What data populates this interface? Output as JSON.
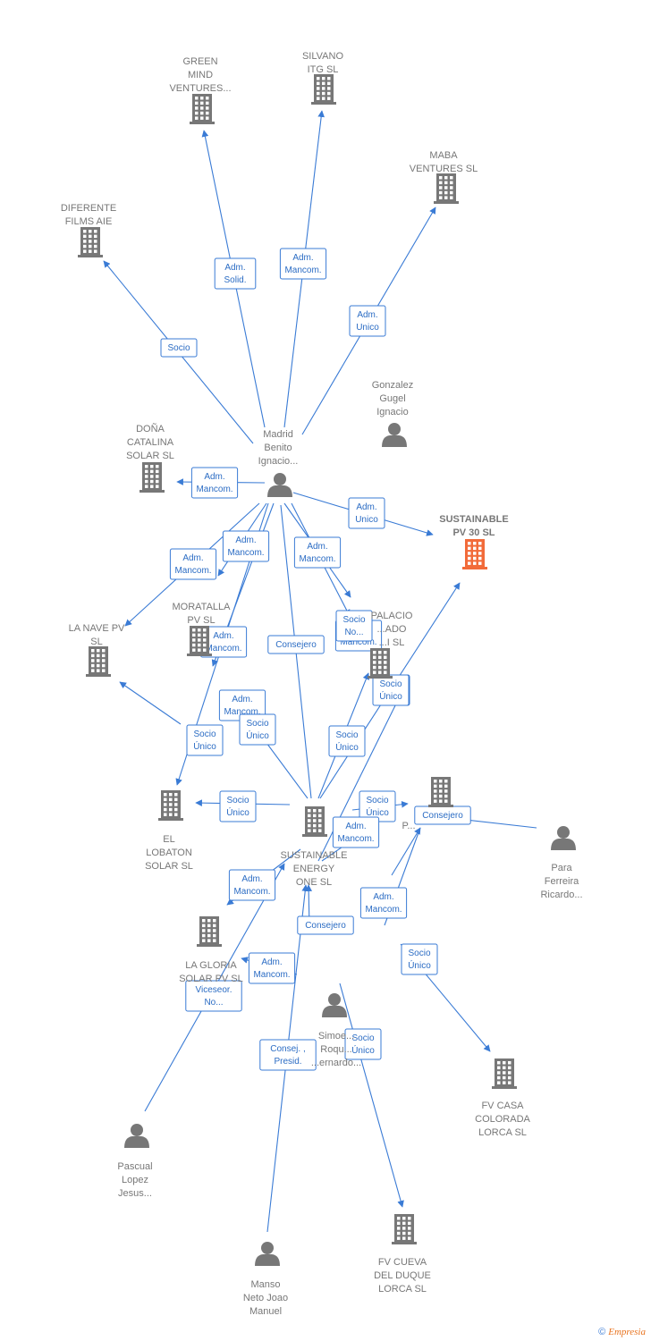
{
  "colors": {
    "company": "#777777",
    "focus": "#f26b3a",
    "person": "#777777",
    "edge": "#3a7bd5"
  },
  "nodes": [
    {
      "id": "green",
      "type": "company",
      "lines": [
        "GREEN",
        "MIND",
        "VENTURES..."
      ]
    },
    {
      "id": "silvano",
      "type": "company",
      "lines": [
        "SILVANO",
        "ITG  SL"
      ]
    },
    {
      "id": "maba",
      "type": "company",
      "lines": [
        "MABA",
        "VENTURES  SL"
      ]
    },
    {
      "id": "diferente",
      "type": "company",
      "lines": [
        "DIFERENTE",
        "FILMS  AIE"
      ]
    },
    {
      "id": "dona",
      "type": "company",
      "lines": [
        "DOÑA",
        "CATALINA",
        "SOLAR  SL"
      ]
    },
    {
      "id": "sustpv30",
      "type": "focus",
      "lines": [
        "SUSTAINABLE",
        "PV 30  SL"
      ]
    },
    {
      "id": "lanave",
      "type": "company",
      "lines": [
        "LA NAVE PV",
        "SL"
      ]
    },
    {
      "id": "moratalla",
      "type": "company",
      "lines": [
        "MORATALLA",
        "PV  SL"
      ]
    },
    {
      "id": "palacio",
      "type": "company",
      "lines": [
        "PALACIO",
        "...ADO",
        "...I  SL"
      ]
    },
    {
      "id": "p_right",
      "type": "company",
      "lines": [
        "P..."
      ]
    },
    {
      "id": "lobaton",
      "type": "company",
      "lines": [
        "EL",
        "LOBATON",
        "SOLAR  SL"
      ]
    },
    {
      "id": "sustone",
      "type": "company",
      "lines": [
        "SUSTAINABLE",
        "ENERGY",
        "ONE  SL"
      ]
    },
    {
      "id": "gloria",
      "type": "company",
      "lines": [
        "LA GLORIA",
        "SOLAR PV  SL"
      ]
    },
    {
      "id": "colorada",
      "type": "company",
      "lines": [
        "FV CASA",
        "COLORADA",
        "LORCA SL"
      ]
    },
    {
      "id": "cueva",
      "type": "company",
      "lines": [
        "FV CUEVA",
        "DEL DUQUE",
        "LORCA SL"
      ]
    },
    {
      "id": "madrid",
      "type": "person",
      "lines": [
        "Madrid",
        "Benito",
        "Ignacio..."
      ]
    },
    {
      "id": "gonzalez",
      "type": "person",
      "lines": [
        "Gonzalez",
        "Gugel",
        "Ignacio"
      ]
    },
    {
      "id": "para",
      "type": "person",
      "lines": [
        "Para",
        "Ferreira",
        "Ricardo..."
      ]
    },
    {
      "id": "simoes",
      "type": "person",
      "lines": [
        "Simoe...",
        "Roqu...",
        "...ernardo..."
      ]
    },
    {
      "id": "pascual",
      "type": "person",
      "lines": [
        "Pascual",
        "Lopez",
        "Jesus..."
      ]
    },
    {
      "id": "manso",
      "type": "person",
      "lines": [
        "Manso",
        "Neto Joao",
        "Manuel"
      ]
    }
  ],
  "edges": [
    {
      "label": [
        "Adm.",
        "Solid."
      ]
    },
    {
      "label": [
        "Adm.",
        "Mancom."
      ]
    },
    {
      "label": [
        "Adm.",
        "Unico"
      ]
    },
    {
      "label": [
        "Socio"
      ]
    },
    {
      "label": [
        "Adm.",
        "Mancom."
      ]
    },
    {
      "label": [
        "Adm.",
        "Unico"
      ]
    },
    {
      "label": [
        "Adm.",
        "Mancom."
      ]
    },
    {
      "label": [
        "Adm.",
        "Mancom."
      ]
    },
    {
      "label": [
        "Adm.",
        "Mancom."
      ]
    },
    {
      "label": [
        "Adm.",
        "Mancom."
      ]
    },
    {
      "label": [
        "Consejero"
      ]
    },
    {
      "label": [
        "Socio",
        "Único"
      ]
    },
    {
      "label": [
        "Adm.",
        "Mancom."
      ]
    },
    {
      "label": [
        "Adm.",
        "Mancom."
      ]
    },
    {
      "label": [
        "Socio",
        "Único"
      ]
    },
    {
      "label": [
        "Socio",
        "Único"
      ]
    },
    {
      "label": [
        "Socio",
        "Único"
      ]
    },
    {
      "label": [
        "Socio",
        "Único"
      ]
    },
    {
      "label": [
        "Socio",
        "Único"
      ]
    },
    {
      "label": [
        "Consejero"
      ]
    },
    {
      "label": [
        "Socio",
        "Único"
      ]
    },
    {
      "label": [
        "Adm.",
        "Mancom."
      ]
    },
    {
      "label": [
        "Adm.",
        "Mancom."
      ]
    },
    {
      "label": [
        "Consejero"
      ]
    },
    {
      "label": [
        "Adm.",
        "Mancom."
      ]
    },
    {
      "label": [
        "Socio",
        "Único"
      ]
    },
    {
      "label": [
        "Adm.",
        "Mancom."
      ]
    },
    {
      "label": [
        "Viceseor.",
        "No..."
      ]
    },
    {
      "label": [
        "Consej. ,",
        "Presid."
      ]
    },
    {
      "label": [
        "Socio",
        "Único"
      ]
    },
    {
      "label": [
        "Socio",
        "No..."
      ]
    }
  ],
  "footer": {
    "copyright": "©",
    "brand": "Empresia"
  }
}
